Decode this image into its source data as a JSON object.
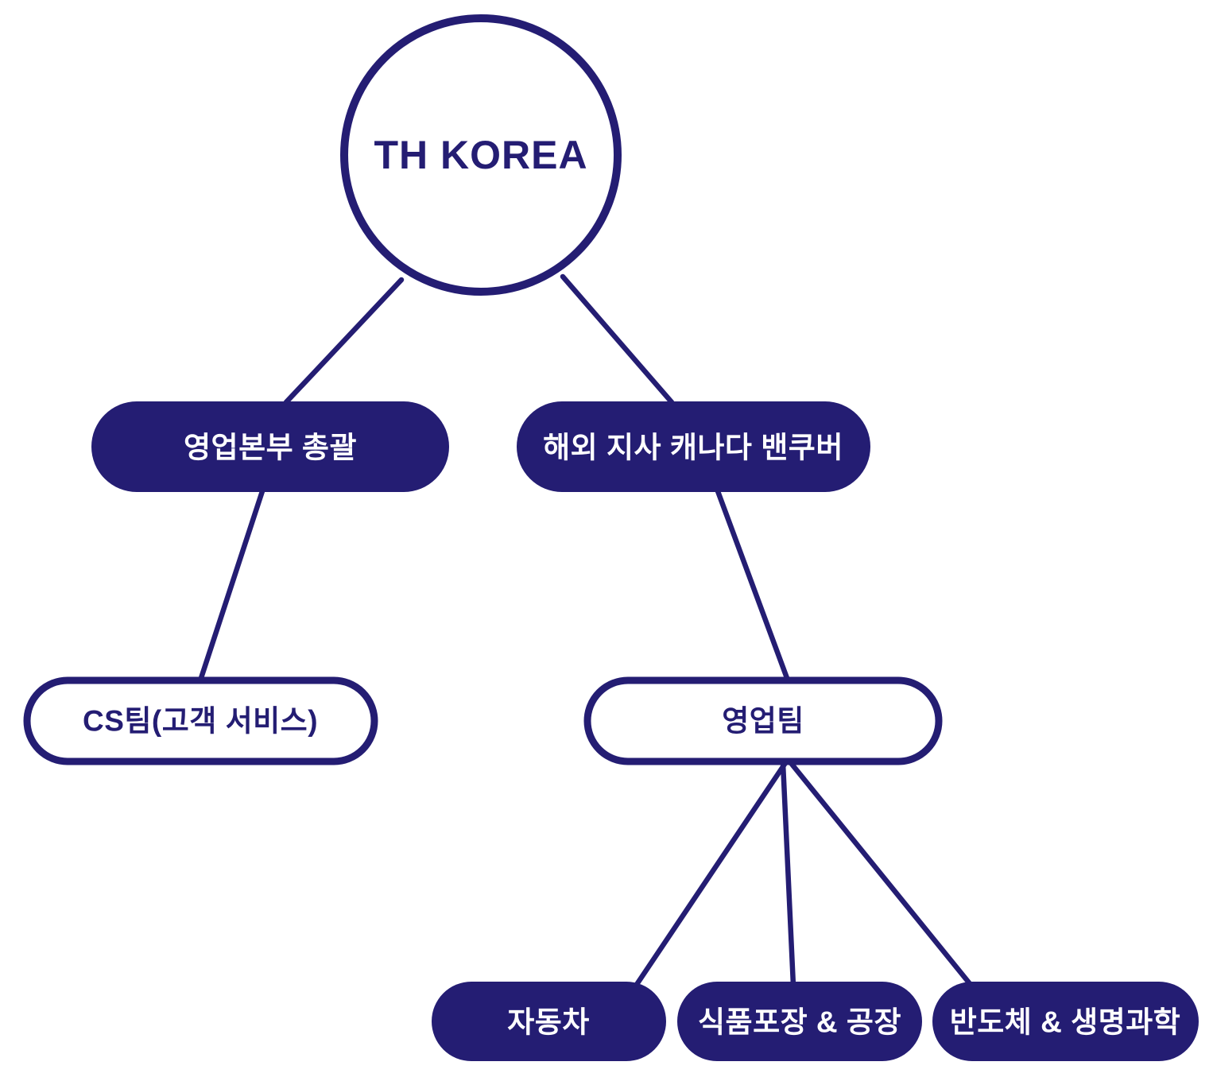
{
  "colors": {
    "navy": "#241d73",
    "white": "#ffffff"
  },
  "root": {
    "label": "TH KOREA"
  },
  "nodes": {
    "sales_hq": {
      "label": "영업본부 총괄"
    },
    "overseas_branch": {
      "label": "해외 지사 캐나다 밴쿠버"
    },
    "cs_team": {
      "label": "CS팀(고객 서비스)"
    },
    "sales_team": {
      "label": "영업팀"
    },
    "automotive": {
      "label": "자동차"
    },
    "food_packaging": {
      "label": "식품포장 & 공장"
    },
    "semiconductor": {
      "label": "반도체 & 생명과학"
    }
  }
}
